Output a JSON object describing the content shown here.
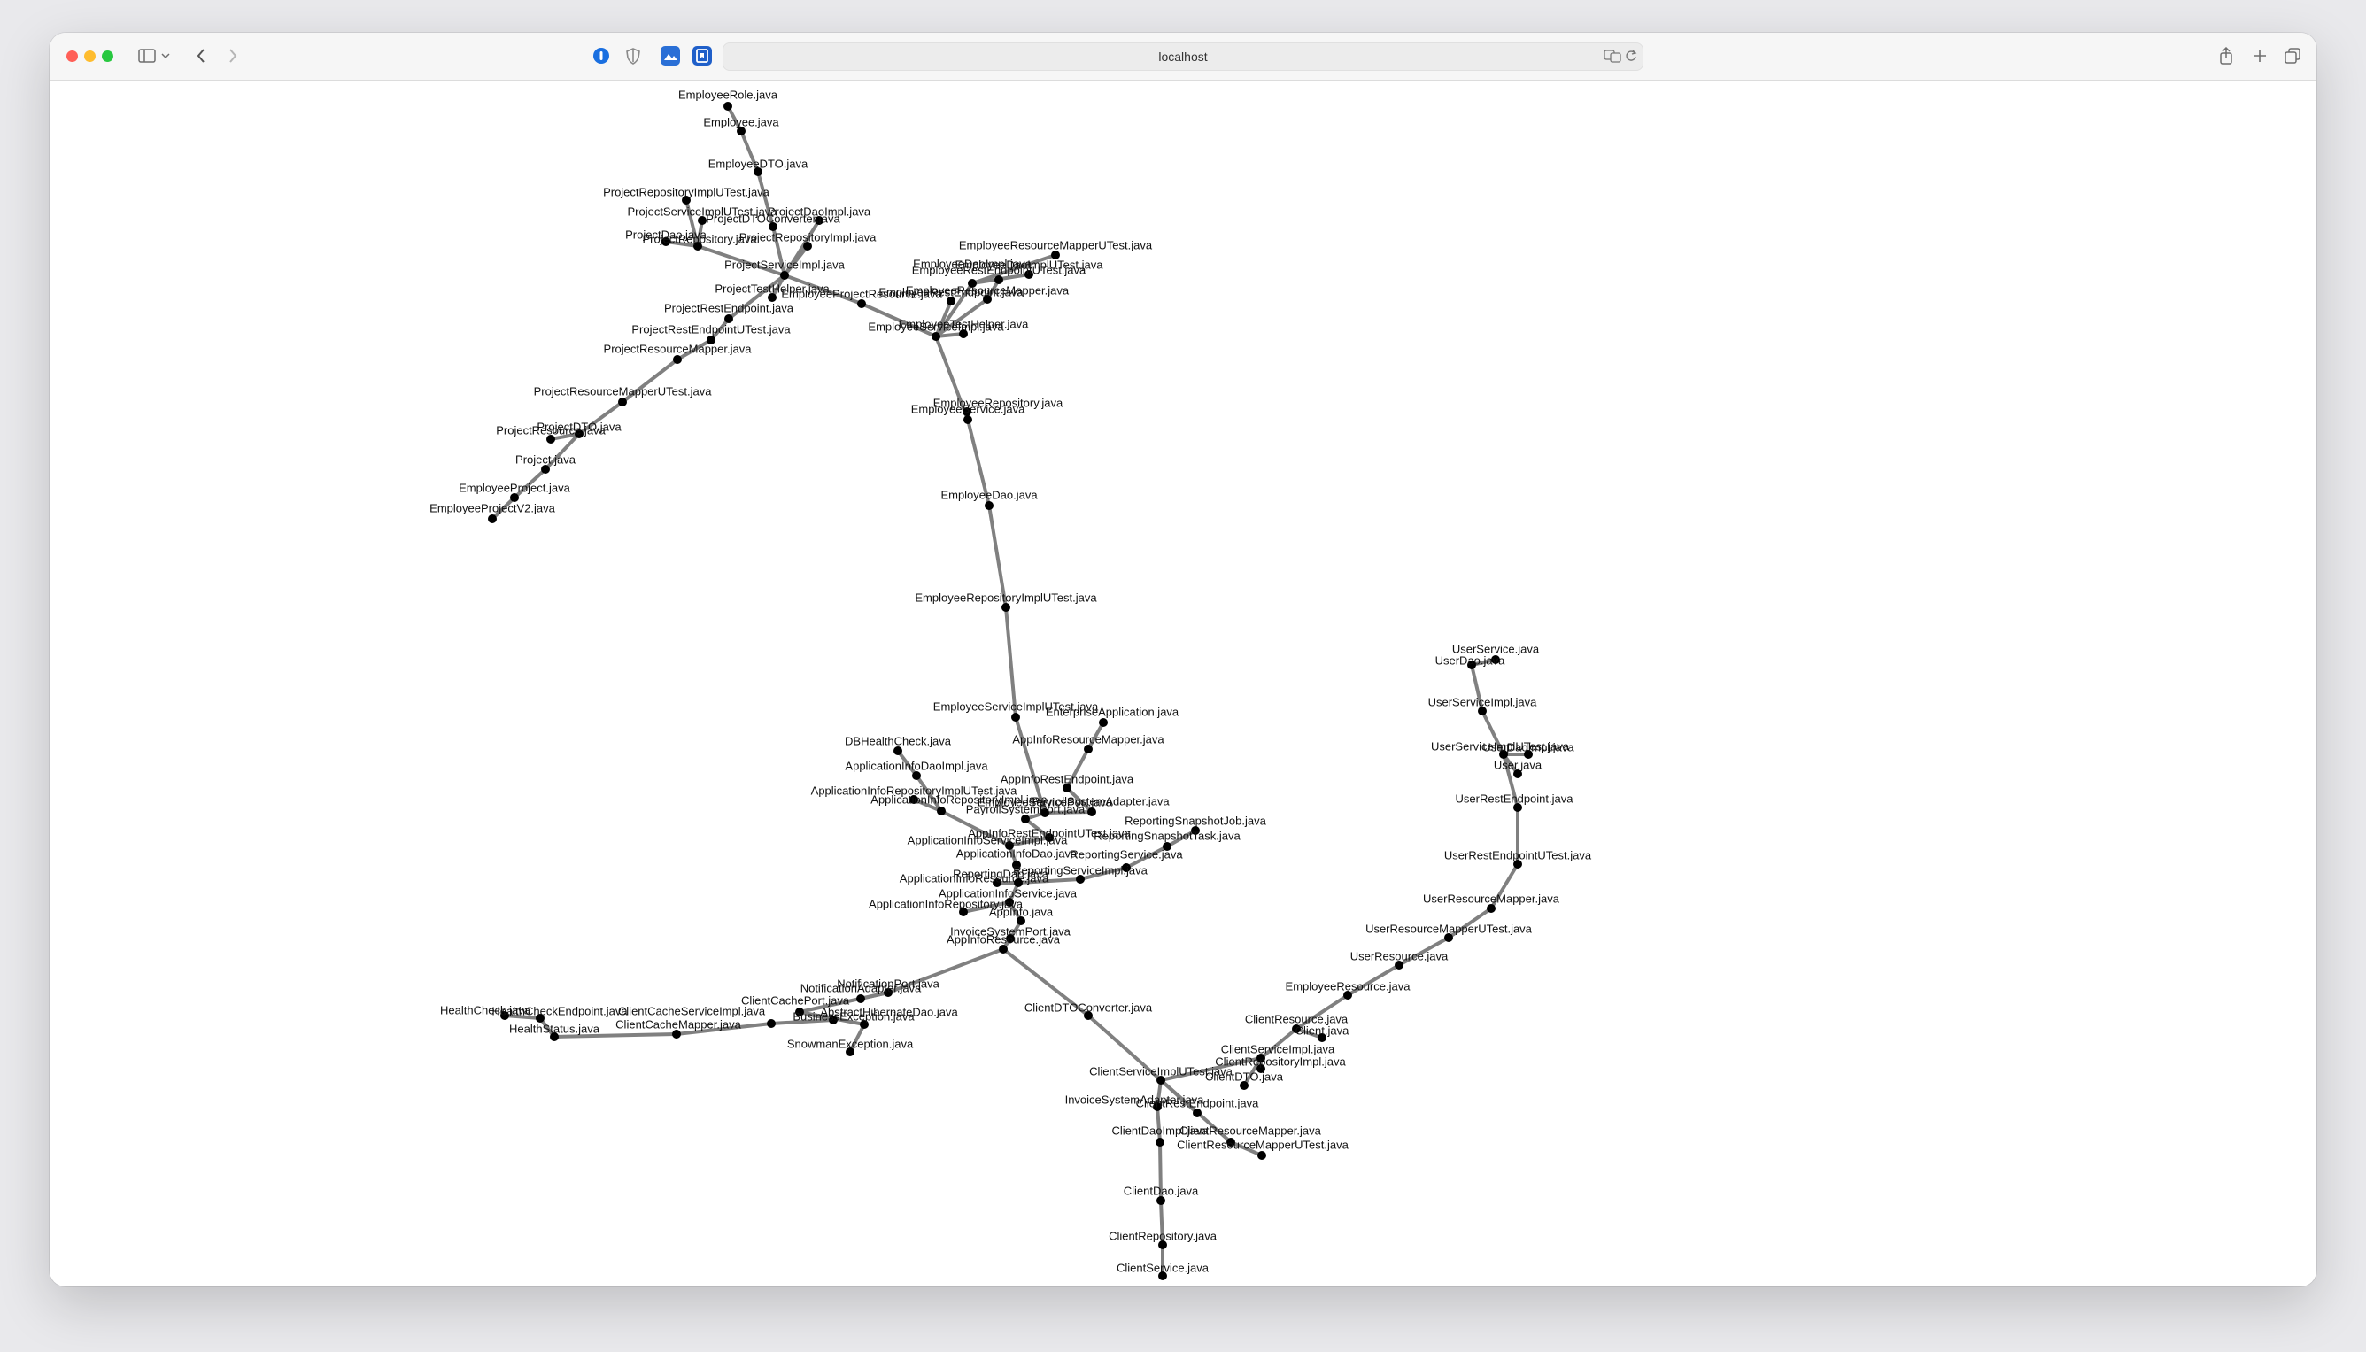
{
  "browser": {
    "address": "localhost",
    "icons": {
      "sidebar": "sidebar-icon",
      "back": "chevron-left-icon",
      "forward": "chevron-right-icon",
      "share": "share-icon",
      "new_tab": "plus-icon",
      "tabs": "tabs-overview-icon",
      "translate": "translate-icon",
      "reload": "reload-icon"
    },
    "extensions": [
      "1password-extension",
      "shield-extension",
      "image-extension",
      "bookmark-extension"
    ]
  },
  "graph": {
    "node_color": "#000000",
    "edge_color": "#808080",
    "labels": [
      "EmployeeRole.java",
      "Employee.java",
      "EmployeeDTO.java",
      "ProjectRepositoryImplUTest.java",
      "ProjectServiceImplUTest.java",
      "ProjectDaoImpl.java",
      "ProjectDTOConverter.java",
      "ProjectDao.java",
      "ProjectRepository.java",
      "ProjectRepositoryImpl.java",
      "ProjectServiceImpl.java",
      "ProjectTestHelper.java",
      "ProjectRestEndpoint.java",
      "ProjectRestEndpointUTest.java",
      "ProjectResourceMapper.java",
      "ProjectResourceMapperUTest.java",
      "ProjectDTO.java",
      "ProjectResource.java",
      "Project.java",
      "EmployeeProject.java",
      "EmployeeProjectV2.java",
      "EmployeeResourceMapperUTest.java",
      "EmployeeDaoImplUTest.java",
      "EmployeeRestEndpointUTest.java",
      "EmployeeDaoImpl.java",
      "EmployeeResourceMapper.java",
      "EmployeeRestEndpoint.java",
      "EmployeeProjectResource.java",
      "EmployeeTestHelper.java",
      "EmployeeServiceImpl.java",
      "EmployeeRepository.java",
      "EmployeeService.java",
      "EmployeeDao.java",
      "EmployeeRepositoryImplUTest.java",
      "EmployeeServiceImplUTest.java",
      "EnterpriseApplication.java",
      "DBHealthCheck.java",
      "AppInfoResourceMapper.java",
      "ApplicationInfoDaoImpl.java",
      "AppInfoRestEndpoint.java",
      "ApplicationInfoRepositoryImplUTest.java",
      "ApplicationInfoRepositoryImpl.java",
      "PayrollSystemAdapter.java",
      "EmployeeServicePort.java",
      "PayrollSystemPort.java",
      "ReportingSnapshotJob.java",
      "AppInfoRestEndpointUTest.java",
      "ReportingSnapshotTask.java",
      "ApplicationInfoServiceImpl.java",
      "ApplicationInfoDao.java",
      "ReportingService.java",
      "ReportingServiceImpl.java",
      "ApplicationInfoResource.java",
      "ReportingDao.java",
      "ApplicationInfoService.java",
      "ApplicationInfoRepository.java",
      "AppInfo.java",
      "InvoiceSystemPort.java",
      "AppInfoResource.java",
      "NotificationPort.java",
      "NotificationAdapter.java",
      "ClientCachePort.java",
      "AbstractHibernateDao.java",
      "ClientCacheServiceImpl.java",
      "BusinessException.java",
      "HealthCheck.java",
      "HealthCheckEndpoint.java",
      "HealthStatus.java",
      "ClientCacheMapper.java",
      "SnowmanException.java",
      "ClientDTOConverter.java",
      "UserService.java",
      "UserDao.java",
      "UserServiceImpl.java",
      "UserServiceImplUTest.java",
      "UserDaoImpl.java",
      "User.java",
      "UserRestEndpoint.java",
      "UserRestEndpointUTest.java",
      "UserResourceMapper.java",
      "UserResourceMapperUTest.java",
      "UserResource.java",
      "EmployeeResource.java",
      "ClientResource.java",
      "Client.java",
      "ClientServiceImpl.java",
      "ClientRepositoryImpl.java",
      "ClientDTO.java",
      "ClientServiceImplUTest.java",
      "InvoiceSystemAdapter.java",
      "ClientRestEndpoint.java",
      "ClientDaoImpl.java",
      "ClientResourceMapper.java",
      "ClientResourceMapperUTest.java",
      "ClientDao.java",
      "ClientRepository.java",
      "ClientService.java"
    ],
    "edges": [
      [
        "EmployeeRole.java",
        "Employee.java"
      ],
      [
        "Employee.java",
        "EmployeeDTO.java"
      ],
      [
        "EmployeeDTO.java",
        "ProjectDTOConverter.java"
      ],
      [
        "ProjectDTOConverter.java",
        "ProjectServiceImpl.java"
      ],
      [
        "ProjectRepositoryImplUTest.java",
        "ProjectRepository.java"
      ],
      [
        "ProjectServiceImplUTest.java",
        "ProjectRepository.java"
      ],
      [
        "ProjectDaoImpl.java",
        "ProjectServiceImpl.java"
      ],
      [
        "ProjectDao.java",
        "ProjectRepository.java"
      ],
      [
        "ProjectRepository.java",
        "ProjectServiceImpl.java"
      ],
      [
        "ProjectRepositoryImpl.java",
        "ProjectServiceImpl.java"
      ],
      [
        "ProjectTestHelper.java",
        "ProjectServiceImpl.java"
      ],
      [
        "ProjectServiceImpl.java",
        "ProjectRestEndpoint.java"
      ],
      [
        "ProjectRestEndpoint.java",
        "ProjectRestEndpointUTest.java"
      ],
      [
        "ProjectRestEndpointUTest.java",
        "ProjectResourceMapper.java"
      ],
      [
        "ProjectResourceMapper.java",
        "ProjectResourceMapperUTest.java"
      ],
      [
        "ProjectResourceMapperUTest.java",
        "ProjectDTO.java"
      ],
      [
        "ProjectDTO.java",
        "ProjectResource.java"
      ],
      [
        "ProjectDTO.java",
        "Project.java"
      ],
      [
        "Project.java",
        "EmployeeProject.java"
      ],
      [
        "EmployeeProject.java",
        "EmployeeProjectV2.java"
      ],
      [
        "ProjectServiceImpl.java",
        "EmployeeProjectResource.java"
      ],
      [
        "EmployeeProjectResource.java",
        "EmployeeServiceImpl.java"
      ],
      [
        "EmployeeResourceMapperUTest.java",
        "EmployeeDaoImpl.java"
      ],
      [
        "EmployeeDaoImplUTest.java",
        "EmployeeDaoImpl.java"
      ],
      [
        "EmployeeRestEndpointUTest.java",
        "EmployeeResourceMapper.java"
      ],
      [
        "EmployeeDaoImpl.java",
        "EmployeeServiceImpl.java"
      ],
      [
        "EmployeeResourceMapper.java",
        "EmployeeServiceImpl.java"
      ],
      [
        "EmployeeRestEndpoint.java",
        "EmployeeServiceImpl.java"
      ],
      [
        "EmployeeTestHelper.java",
        "EmployeeServiceImpl.java"
      ],
      [
        "EmployeeServiceImpl.java",
        "EmployeeService.java"
      ],
      [
        "EmployeeService.java",
        "EmployeeRepository.java"
      ],
      [
        "EmployeeService.java",
        "EmployeeDao.java"
      ],
      [
        "EmployeeDao.java",
        "EmployeeRepositoryImplUTest.java"
      ],
      [
        "EmployeeRepositoryImplUTest.java",
        "EmployeeServiceImplUTest.java"
      ],
      [
        "EmployeeServiceImplUTest.java",
        "EmployeeServicePort.java"
      ],
      [
        "EnterpriseApplication.java",
        "AppInfoResourceMapper.java"
      ],
      [
        "AppInfoResourceMapper.java",
        "AppInfoRestEndpoint.java"
      ],
      [
        "AppInfoRestEndpoint.java",
        "PayrollSystemAdapter.java"
      ],
      [
        "DBHealthCheck.java",
        "ApplicationInfoDaoImpl.java"
      ],
      [
        "ApplicationInfoDaoImpl.java",
        "ApplicationInfoRepositoryImpl.java"
      ],
      [
        "ApplicationInfoRepositoryImplUTest.java",
        "ApplicationInfoRepositoryImpl.java"
      ],
      [
        "ApplicationInfoRepositoryImpl.java",
        "ApplicationInfoServiceImpl.java"
      ],
      [
        "PayrollSystemAdapter.java",
        "EmployeeServicePort.java"
      ],
      [
        "EmployeeServicePort.java",
        "PayrollSystemPort.java"
      ],
      [
        "PayrollSystemPort.java",
        "AppInfoRestEndpointUTest.java"
      ],
      [
        "ReportingSnapshotJob.java",
        "ReportingSnapshotTask.java"
      ],
      [
        "ReportingSnapshotTask.java",
        "ReportingService.java"
      ],
      [
        "ReportingService.java",
        "ReportingServiceImpl.java"
      ],
      [
        "ReportingServiceImpl.java",
        "ReportingDao.java"
      ],
      [
        "AppInfoRestEndpointUTest.java",
        "ApplicationInfoServiceImpl.java"
      ],
      [
        "ApplicationInfoServiceImpl.java",
        "ApplicationInfoDao.java"
      ],
      [
        "ApplicationInfoDao.java",
        "ReportingDao.java"
      ],
      [
        "ApplicationInfoResource.java",
        "ReportingDao.java"
      ],
      [
        "ReportingDao.java",
        "ApplicationInfoService.java"
      ],
      [
        "ApplicationInfoRepository.java",
        "ApplicationInfoService.java"
      ],
      [
        "ApplicationInfoService.java",
        "AppInfo.java"
      ],
      [
        "AppInfo.java",
        "InvoiceSystemPort.java"
      ],
      [
        "InvoiceSystemPort.java",
        "AppInfoResource.java"
      ],
      [
        "AppInfoResource.java",
        "NotificationPort.java"
      ],
      [
        "NotificationPort.java",
        "NotificationAdapter.java"
      ],
      [
        "NotificationPort.java",
        "ClientCachePort.java"
      ],
      [
        "ClientCachePort.java",
        "AbstractHibernateDao.java"
      ],
      [
        "ClientCachePort.java",
        "BusinessException.java"
      ],
      [
        "AbstractHibernateDao.java",
        "ClientCacheServiceImpl.java"
      ],
      [
        "ClientCacheServiceImpl.java",
        "ClientCacheMapper.java"
      ],
      [
        "ClientCacheMapper.java",
        "HealthStatus.java"
      ],
      [
        "HealthStatus.java",
        "HealthCheckEndpoint.java"
      ],
      [
        "HealthCheckEndpoint.java",
        "HealthCheck.java"
      ],
      [
        "BusinessException.java",
        "SnowmanException.java"
      ],
      [
        "AppInfoResource.java",
        "ClientDTOConverter.java"
      ],
      [
        "ClientDTOConverter.java",
        "ClientServiceImplUTest.java"
      ],
      [
        "UserService.java",
        "UserDao.java"
      ],
      [
        "UserDao.java",
        "UserServiceImpl.java"
      ],
      [
        "UserServiceImpl.java",
        "UserServiceImplUTest.java"
      ],
      [
        "UserServiceImplUTest.java",
        "UserDaoImpl.java"
      ],
      [
        "UserServiceImplUTest.java",
        "User.java"
      ],
      [
        "UserServiceImplUTest.java",
        "UserRestEndpoint.java"
      ],
      [
        "UserRestEndpoint.java",
        "UserRestEndpointUTest.java"
      ],
      [
        "UserRestEndpointUTest.java",
        "UserResourceMapper.java"
      ],
      [
        "UserResourceMapper.java",
        "UserResourceMapperUTest.java"
      ],
      [
        "UserResourceMapperUTest.java",
        "UserResource.java"
      ],
      [
        "UserResource.java",
        "EmployeeResource.java"
      ],
      [
        "EmployeeResource.java",
        "ClientResource.java"
      ],
      [
        "ClientResource.java",
        "Client.java"
      ],
      [
        "ClientResource.java",
        "ClientServiceImpl.java"
      ],
      [
        "ClientServiceImpl.java",
        "ClientRepositoryImpl.java"
      ],
      [
        "ClientServiceImpl.java",
        "ClientDTO.java"
      ],
      [
        "ClientServiceImpl.java",
        "ClientServiceImplUTest.java"
      ],
      [
        "ClientServiceImplUTest.java",
        "InvoiceSystemAdapter.java"
      ],
      [
        "ClientServiceImplUTest.java",
        "ClientRestEndpoint.java"
      ],
      [
        "ClientServiceImplUTest.java",
        "ClientResourceMapper.java"
      ],
      [
        "ClientResourceMapper.java",
        "ClientResourceMapperUTest.java"
      ],
      [
        "InvoiceSystemAdapter.java",
        "ClientDaoImpl.java"
      ],
      [
        "ClientDaoImpl.java",
        "ClientDao.java"
      ],
      [
        "ClientDao.java",
        "ClientRepository.java"
      ],
      [
        "ClientRepository.java",
        "ClientService.java"
      ]
    ]
  }
}
